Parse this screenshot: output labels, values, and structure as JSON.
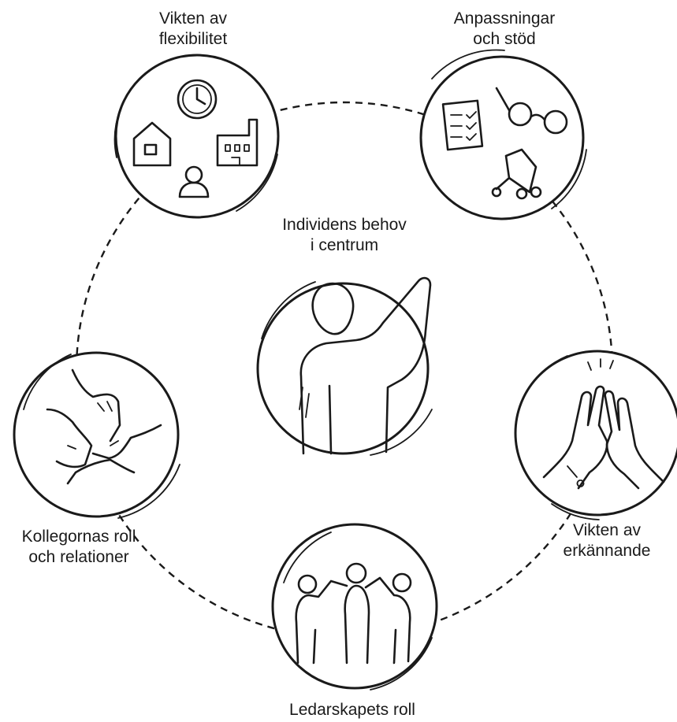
{
  "center": {
    "label_line1": "Individens behov",
    "label_line2": "i centrum",
    "icon": "person-raising-hand-icon"
  },
  "nodes": [
    {
      "id": "flexibility",
      "label_line1": "Vikten av",
      "label_line2": "flexibilitet",
      "icon": "home-clock-office-icon"
    },
    {
      "id": "adjustments",
      "label_line1": "Anpassningar",
      "label_line2": "och stöd",
      "icon": "checklist-glasses-walker-icon"
    },
    {
      "id": "recognition",
      "label_line1": "Vikten av",
      "label_line2": "erkännande",
      "icon": "high-five-icon"
    },
    {
      "id": "leadership",
      "label_line1": "Ledarskapets roll",
      "label_line2": "",
      "icon": "group-holding-hands-icon"
    },
    {
      "id": "colleagues",
      "label_line1": "Kollegornas roll",
      "label_line2": "och relationer",
      "icon": "stacked-hands-icon"
    }
  ],
  "colors": {
    "ink": "#1a1a1a",
    "background": "#ffffff"
  }
}
